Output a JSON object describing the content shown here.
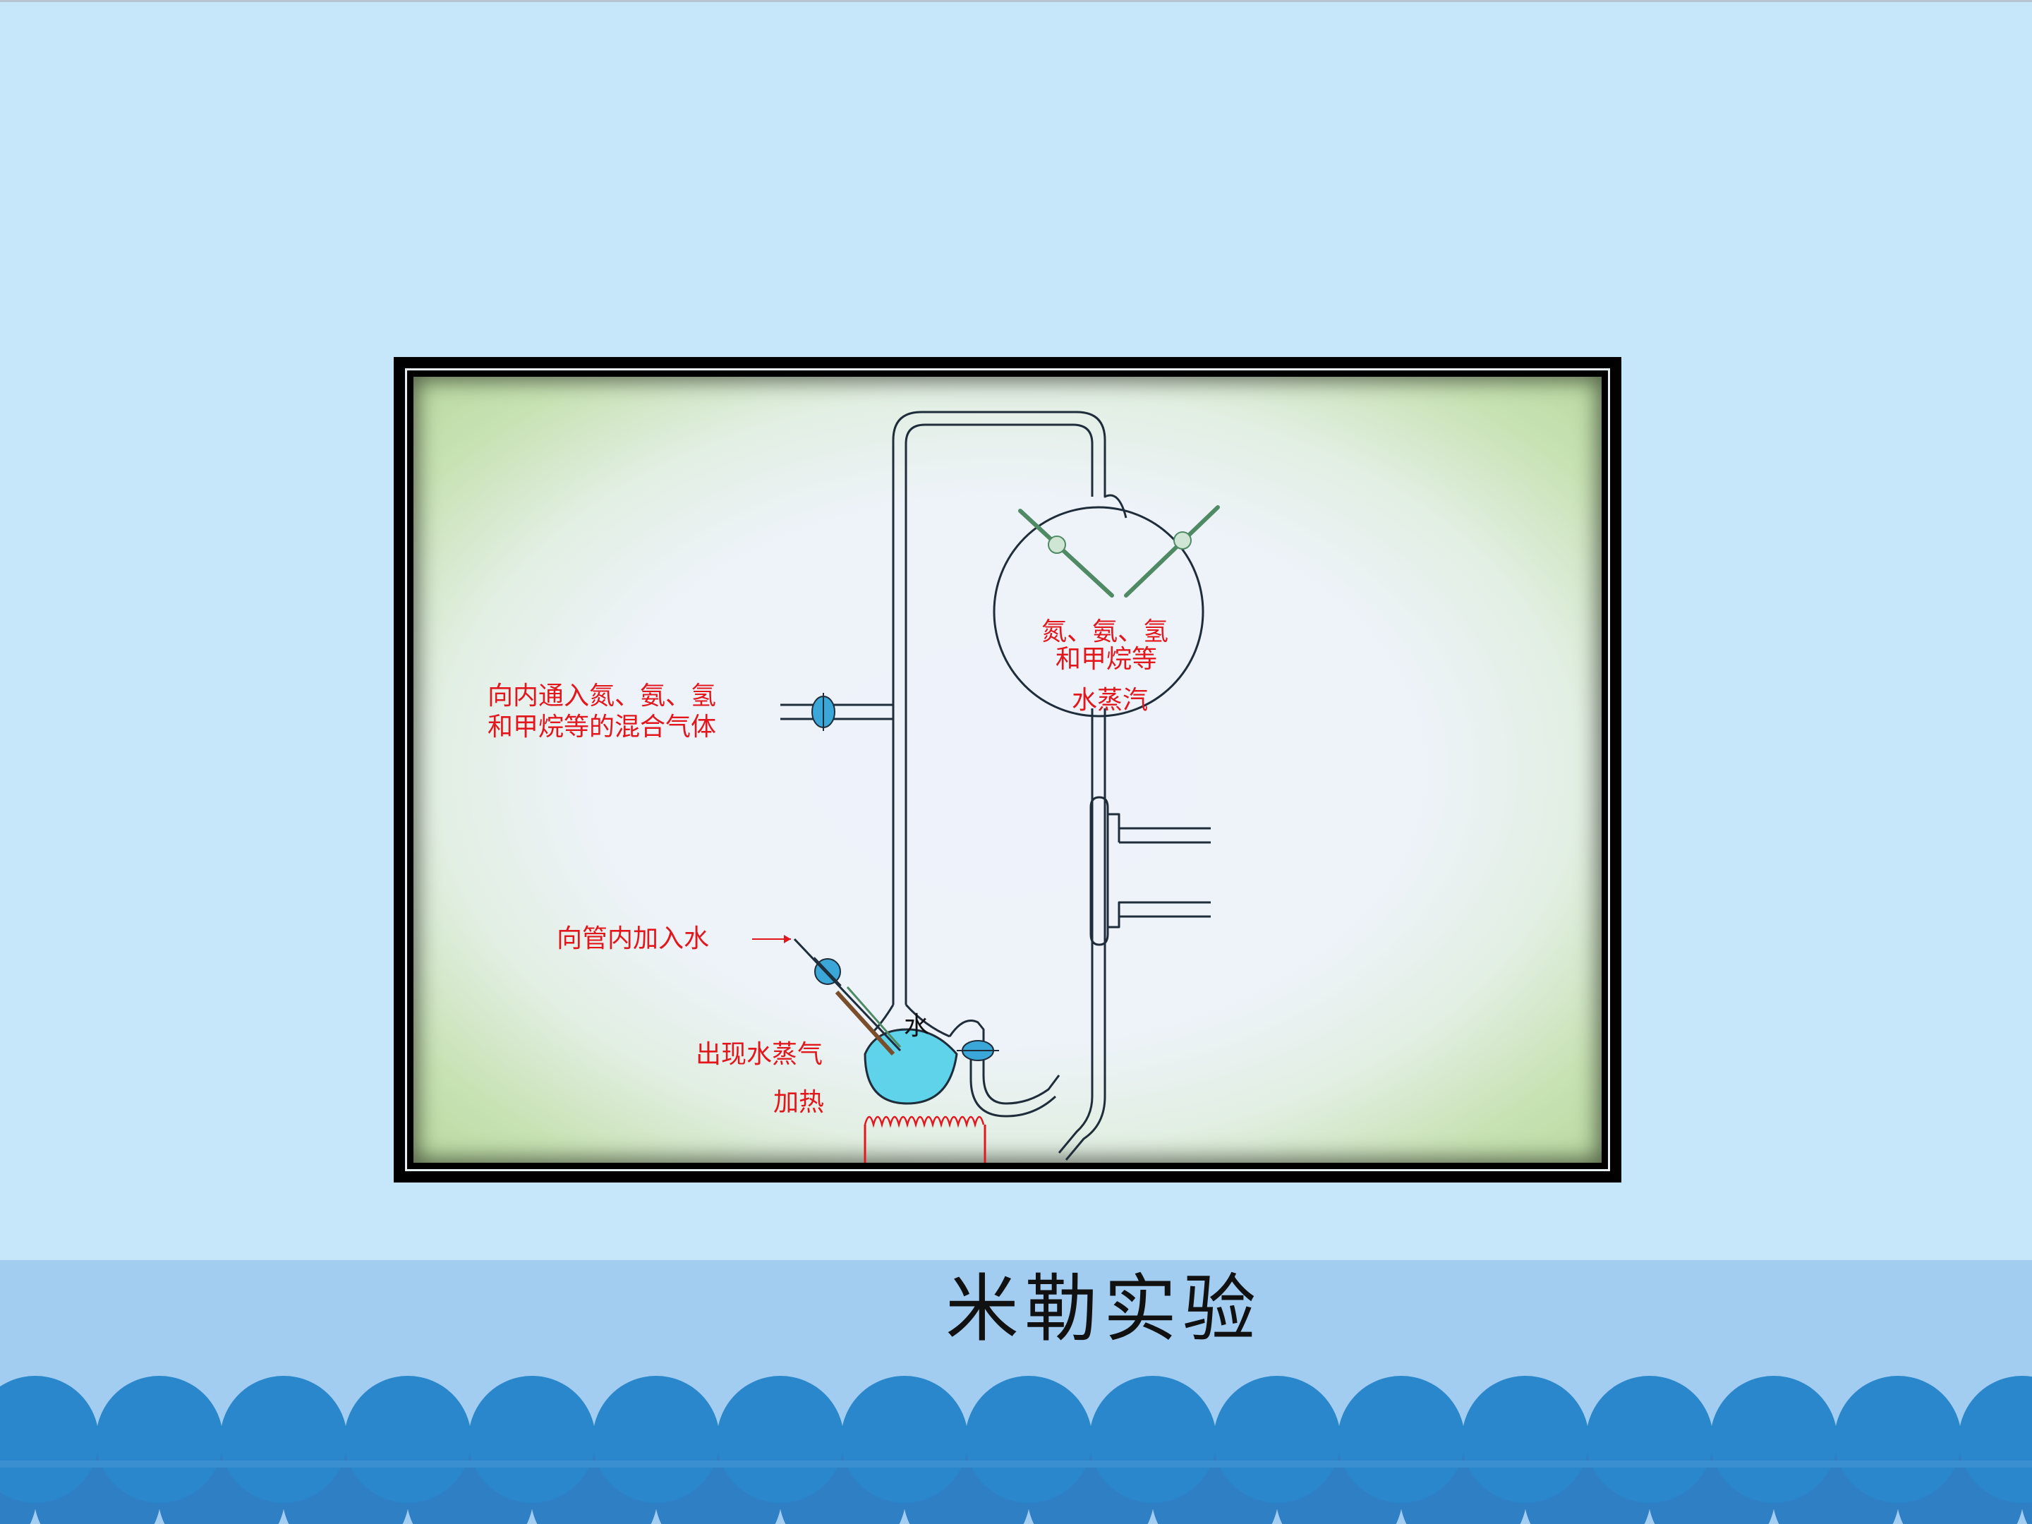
{
  "slide": {
    "title": "米勒实验"
  },
  "diagram": {
    "labels": {
      "gas_inlet_line1": "向内通入氮、氨、氢",
      "gas_inlet_line2": "和甲烷等的混合气体",
      "flask_line1": "氮、氨、氢",
      "flask_line2": "和甲烷等",
      "flask_line3": "水蒸汽",
      "add_water": "向管内加入水",
      "water": "水",
      "vapor_appears": "出现水蒸气",
      "heating": "加热"
    },
    "colors": {
      "label_red": "#e3161c",
      "tube_outline": "#1f2d3a",
      "water_fill": "#5fd3ea",
      "stopcock_blue": "#3aa7d8",
      "electrode_green": "#4f8a64"
    }
  },
  "theme": {
    "background": "#c6e6fa",
    "band": "#a2cdf0",
    "wave_front": "#2b87cc",
    "wave_back": "#2f7fc4"
  }
}
